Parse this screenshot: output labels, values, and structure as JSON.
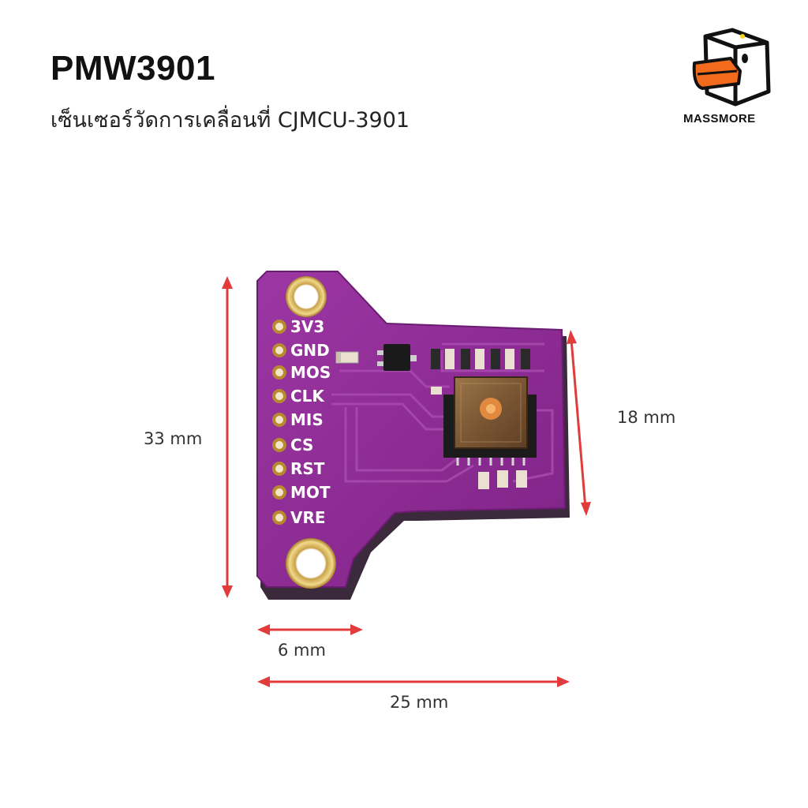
{
  "header": {
    "title": "PMW3901",
    "subtitle": "เซ็นเซอร์วัดการเคลื่อนที่ CJMCU-3901"
  },
  "brand": {
    "name": "MASSMORE",
    "icon": "duck-box-logo-icon",
    "accent": "#f26b1d"
  },
  "board": {
    "color": "#8e2c95",
    "pins": [
      "3V3",
      "GND",
      "MOS",
      "CLK",
      "MIS",
      "CS",
      "RST",
      "MOT",
      "VRE"
    ]
  },
  "dimensions": {
    "height": "33 mm",
    "sensor_side": "18 mm",
    "narrow_width": "6 mm",
    "total_width": "25 mm",
    "arrow_color": "#e23b3b"
  }
}
